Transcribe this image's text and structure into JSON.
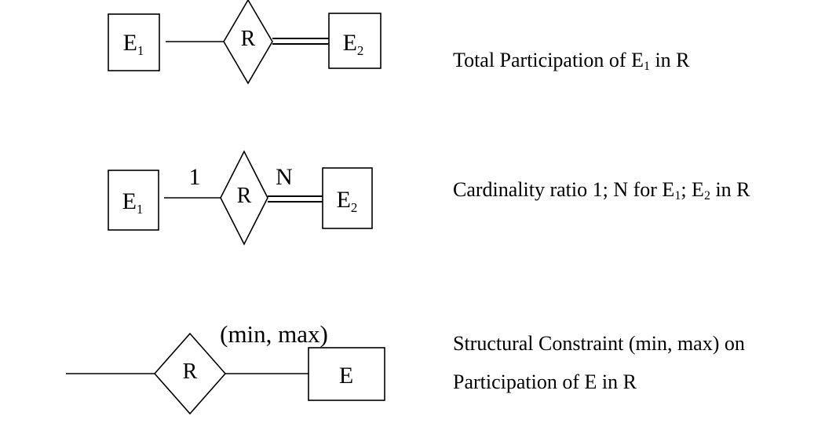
{
  "rows": [
    {
      "entity1": {
        "base": "E",
        "sub": "1"
      },
      "relationship": "R",
      "entity2": {
        "base": "E",
        "sub": "2"
      },
      "caption": {
        "parts": [
          {
            "t": "Total Participation of E"
          },
          {
            "s": "1"
          },
          {
            "t": " in R"
          }
        ]
      }
    },
    {
      "entity1": {
        "base": "E",
        "sub": "1"
      },
      "relationship": "R",
      "entity2": {
        "base": "E",
        "sub": "2"
      },
      "left_cardinality": "1",
      "right_cardinality": "N",
      "caption": {
        "parts": [
          {
            "t": "Cardinality ratio 1; N for E"
          },
          {
            "s": "1"
          },
          {
            "t": "; E"
          },
          {
            "s": "2"
          },
          {
            "t": " in R"
          }
        ]
      }
    },
    {
      "relationship": "R",
      "entity": "E",
      "constraint": "(min, max)",
      "caption_line1": "Structural Constraint (min, max) on",
      "caption_line2": "Participation of E in R"
    }
  ]
}
